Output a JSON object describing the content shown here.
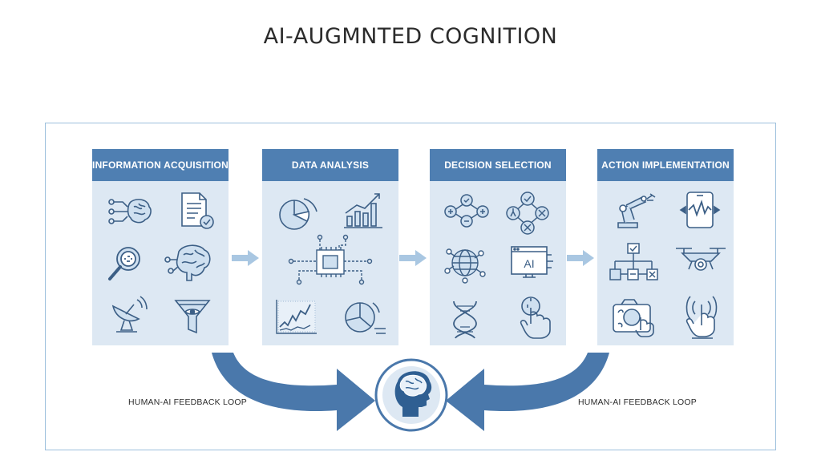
{
  "title": "AI-AUGMNTED COGNITION",
  "panels": [
    {
      "header": "INFORMATION ACQUISITION",
      "icons": [
        "data-brain-icon",
        "document-check-icon",
        "magnifier-icon",
        "network-brain-icon",
        "satellite-dish-icon",
        "funnel-eye-icon"
      ]
    },
    {
      "header": "DATA ANALYSIS",
      "icons": [
        "pie-chart-icon",
        "bar-trend-icon",
        "processor-chip-icon",
        "line-chart-icon",
        "pie-chart-2-icon"
      ]
    },
    {
      "header": "DECISION SELECTION",
      "icons": [
        "decision-nodes-icon",
        "decision-cross-icon",
        "globe-network-icon",
        "ai-screen-icon",
        "dna-icon",
        "touch-hand-icon"
      ]
    },
    {
      "header": "ACTION IMPLEMENTATION",
      "icons": [
        "robot-arm-icon",
        "smartphone-signal-icon",
        "flowchart-icon",
        "drone-icon",
        "camera-touch-icon",
        "tap-gesture-icon"
      ]
    }
  ],
  "loop": {
    "left_label": "HUMAN-AI FEEDBACK LOOP",
    "right_label": "HUMAN-AI FEEDBACK LOOP",
    "center_icon": "human-head-brain-icon"
  },
  "ai_screen_text": "AI",
  "colors": {
    "header": "#4f7fb2",
    "panel": "#dde8f3",
    "arrow": "#4a78ab",
    "small_arrow": "#a9c7e2",
    "frame": "#9cbfdc"
  }
}
